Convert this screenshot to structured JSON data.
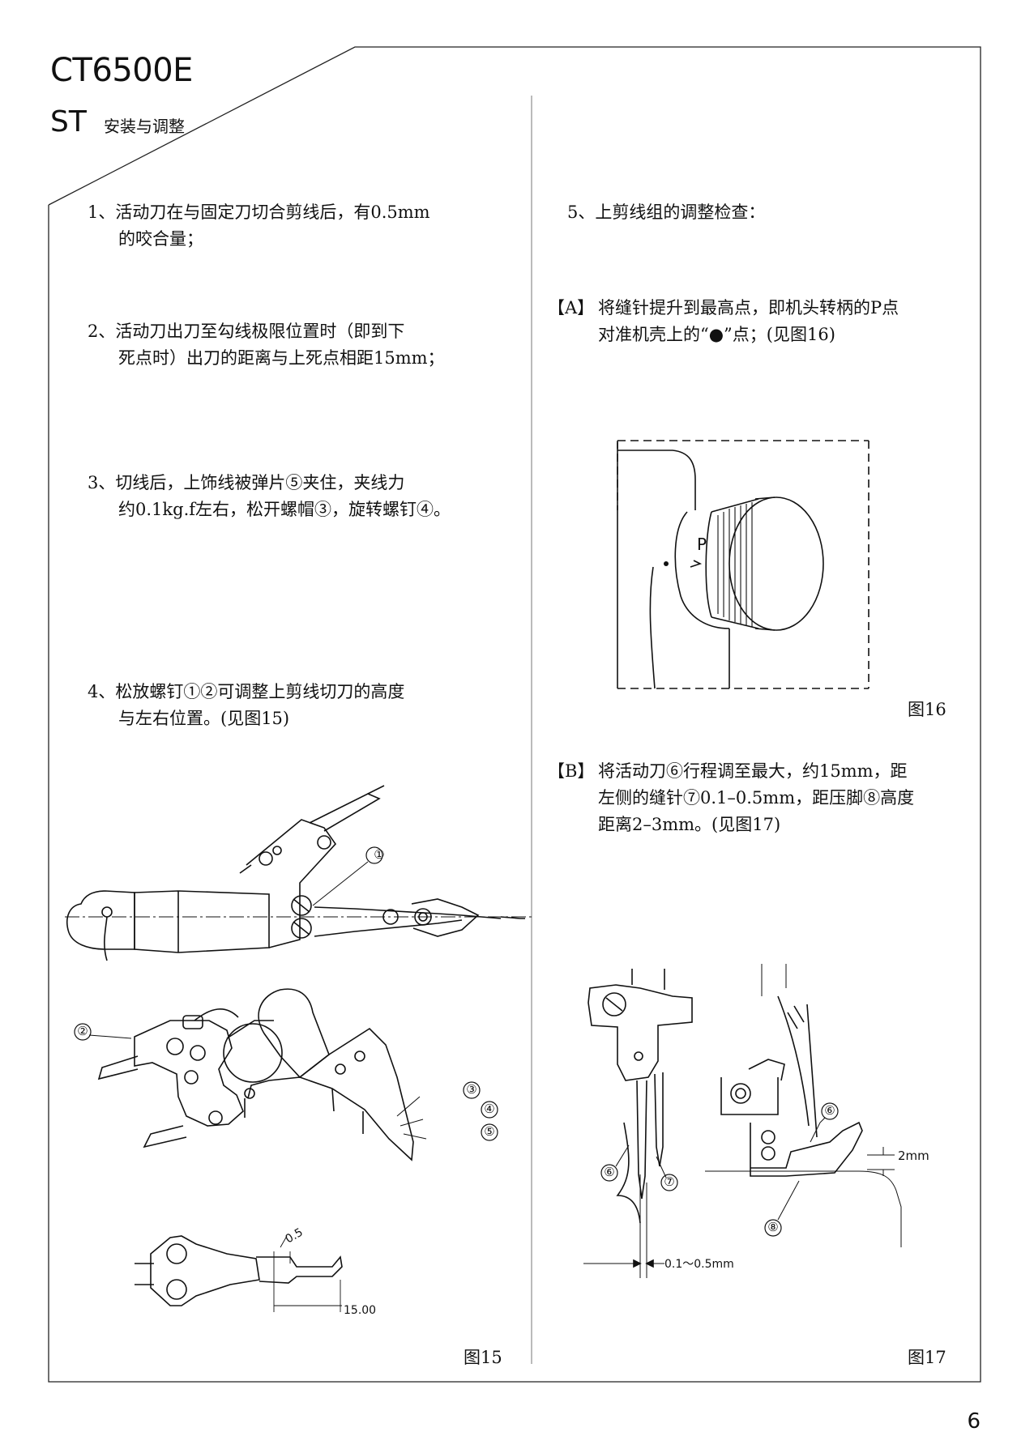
{
  "header": {
    "model": "CT6500E",
    "section_code": "ST",
    "section_title": "安装与调整"
  },
  "left": {
    "items": [
      {
        "line1": "1、活动刀在与固定刀切合剪线后，有0.5mm",
        "line2": "的咬合量；"
      },
      {
        "line1": "2、活动刀出刀至勾线极限位置时（即到下",
        "line2": "死点时）出刀的距离与上死点相距15mm；"
      },
      {
        "line1": "3、切线后，上饰线被弹片⑤夹住，夹线力",
        "line2": "约0.1kg.f左右，松开螺帽③，旋转螺钉④。"
      },
      {
        "line1": "4、松放螺钉①②可调整上剪线切刀的高度",
        "line2": "与左右位置。(见图15)"
      }
    ],
    "figure": {
      "caption": "图15",
      "callouts": [
        "①",
        "②",
        "③",
        "④",
        "⑤"
      ],
      "dim_small": "0.5",
      "dim_large": "15.00"
    }
  },
  "right": {
    "heading": "5、上剪线组的调整检查：",
    "step_a": {
      "tag": "【A】",
      "line1": "将缝针提升到最高点，即机头转柄的P点",
      "line2": "对准机壳上的“●”点；(见图16)"
    },
    "figure16": {
      "caption": "图16",
      "label_p": "P"
    },
    "step_b": {
      "tag": "【B】",
      "line1": "将活动刀⑥行程调至最大，约15mm，距",
      "line2": "左侧的缝针⑦0.1–0.5mm，距压脚⑧高度",
      "line3": "距离2–3mm。(见图17)"
    },
    "figure17": {
      "caption": "图17",
      "callouts": [
        "⑥",
        "⑦",
        "⑥",
        "⑧"
      ],
      "dim_gap": "0.1～0.5mm",
      "dim_height": "2mm"
    }
  },
  "footer": {
    "page_number": "6"
  }
}
